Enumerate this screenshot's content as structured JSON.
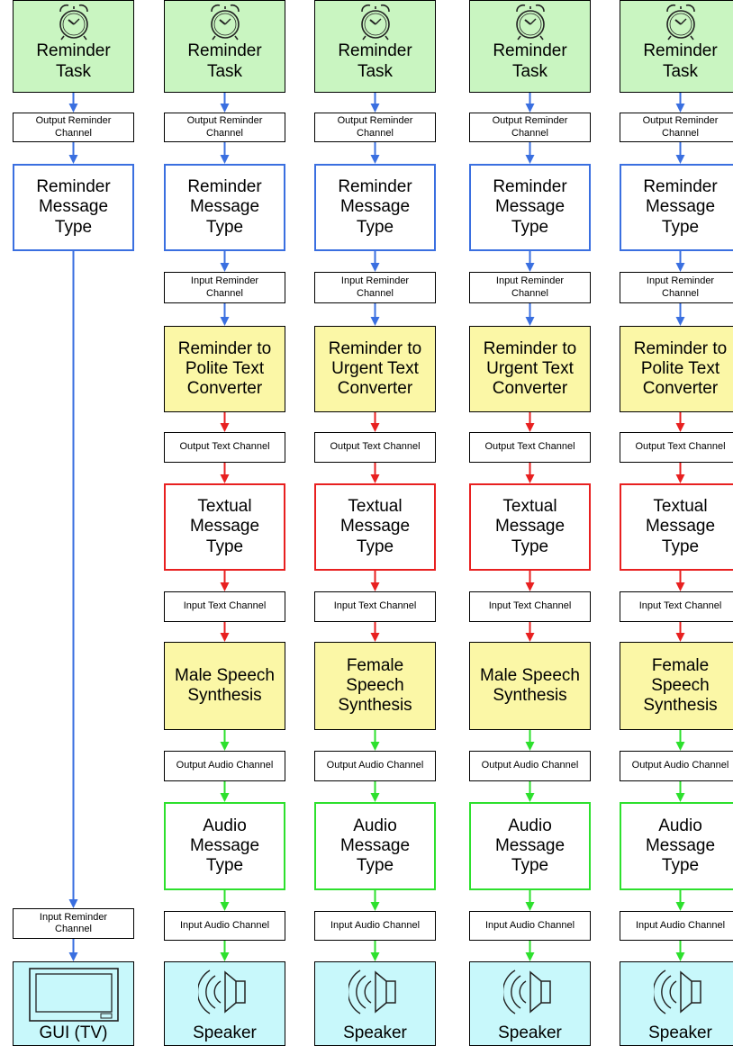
{
  "colors": {
    "blue": "#3a6fe0",
    "red": "#e82020",
    "green": "#2de02d",
    "task_fill": "#c9f5c1",
    "converter_fill": "#fbf7a6",
    "output_fill": "#c8f8fb"
  },
  "columns": [
    {
      "task": "Reminder\nTask",
      "output_reminder_channel": "Output Reminder\nChannel",
      "reminder_message_type": "Reminder\nMessage\nType",
      "input_reminder_channel": "Input Reminder\nChannel",
      "output_device": "GUI (TV)",
      "output_icon": "tv-icon"
    },
    {
      "task": "Reminder\nTask",
      "output_reminder_channel": "Output Reminder\nChannel",
      "reminder_message_type": "Reminder\nMessage\nType",
      "input_reminder_channel": "Input Reminder\nChannel",
      "text_converter": "Reminder to\nPolite Text\nConverter",
      "output_text_channel": "Output Text Channel",
      "textual_message_type": "Textual\nMessage\nType",
      "input_text_channel": "Input Text Channel",
      "speech_synthesis": "Male Speech\nSynthesis",
      "output_audio_channel": "Output Audio Channel",
      "audio_message_type": "Audio\nMessage\nType",
      "input_audio_channel": "Input Audio Channel",
      "output_device": "Speaker",
      "output_icon": "speaker-icon"
    },
    {
      "task": "Reminder\nTask",
      "output_reminder_channel": "Output Reminder\nChannel",
      "reminder_message_type": "Reminder\nMessage\nType",
      "input_reminder_channel": "Input Reminder\nChannel",
      "text_converter": "Reminder to\nUrgent Text\nConverter",
      "output_text_channel": "Output Text Channel",
      "textual_message_type": "Textual\nMessage\nType",
      "input_text_channel": "Input Text Channel",
      "speech_synthesis": "Female\nSpeech\nSynthesis",
      "output_audio_channel": "Output Audio Channel",
      "audio_message_type": "Audio\nMessage\nType",
      "input_audio_channel": "Input Audio Channel",
      "output_device": "Speaker",
      "output_icon": "speaker-icon"
    },
    {
      "task": "Reminder\nTask",
      "output_reminder_channel": "Output Reminder\nChannel",
      "reminder_message_type": "Reminder\nMessage\nType",
      "input_reminder_channel": "Input Reminder\nChannel",
      "text_converter": "Reminder to\nUrgent Text\nConverter",
      "output_text_channel": "Output Text Channel",
      "textual_message_type": "Textual\nMessage\nType",
      "input_text_channel": "Input Text Channel",
      "speech_synthesis": "Male Speech\nSynthesis",
      "output_audio_channel": "Output Audio Channel",
      "audio_message_type": "Audio\nMessage\nType",
      "input_audio_channel": "Input Audio Channel",
      "output_device": "Speaker",
      "output_icon": "speaker-icon"
    },
    {
      "task": "Reminder\nTask",
      "output_reminder_channel": "Output Reminder\nChannel",
      "reminder_message_type": "Reminder\nMessage\nType",
      "input_reminder_channel": "Input Reminder\nChannel",
      "text_converter": "Reminder to\nPolite Text\nConverter",
      "output_text_channel": "Output Text Channel",
      "textual_message_type": "Textual\nMessage\nType",
      "input_text_channel": "Input Text Channel",
      "speech_synthesis": "Female\nSpeech\nSynthesis",
      "output_audio_channel": "Output Audio Channel",
      "audio_message_type": "Audio\nMessage\nType",
      "input_audio_channel": "Input Audio Channel",
      "output_device": "Speaker",
      "output_icon": "speaker-icon"
    }
  ]
}
